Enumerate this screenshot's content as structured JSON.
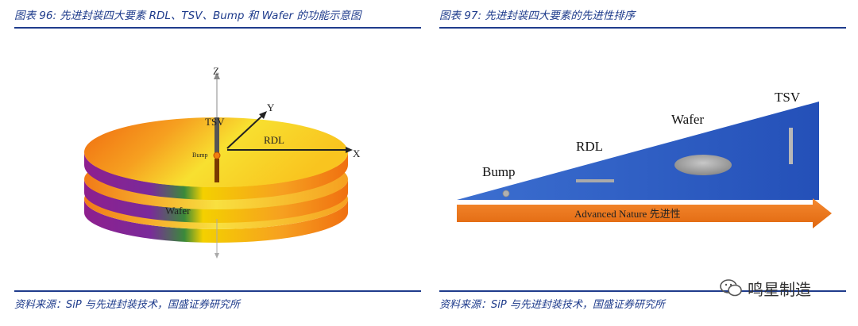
{
  "left_panel": {
    "caption": "图表 96: 先进封装四大要素 RDL、TSV、Bump 和 Wafer 的功能示意图",
    "source": "资料来源：SiP 与先进封装技术，国盛证券研究所",
    "labels": {
      "z_axis": "Z",
      "y_axis": "Y",
      "x_axis": "X",
      "tsv": "TSV",
      "rdl": "RDL",
      "bump": "Bump",
      "wafer": "Wafer"
    }
  },
  "right_panel": {
    "caption": "图表 97: 先进封装四大要素的先进性排序",
    "source": "资料来源：SiP 与先进封装技术，国盛证券研究所",
    "labels": {
      "bump": "Bump",
      "rdl": "RDL",
      "wafer": "Wafer",
      "tsv": "TSV",
      "arrow": "Advanced Nature  先进性"
    }
  },
  "watermark": {
    "text": "鸣星制造"
  },
  "colors": {
    "brand_blue": "#1f3c8c",
    "triangle_blue": "#2f5fc4",
    "arrow_orange": "#f07820"
  }
}
